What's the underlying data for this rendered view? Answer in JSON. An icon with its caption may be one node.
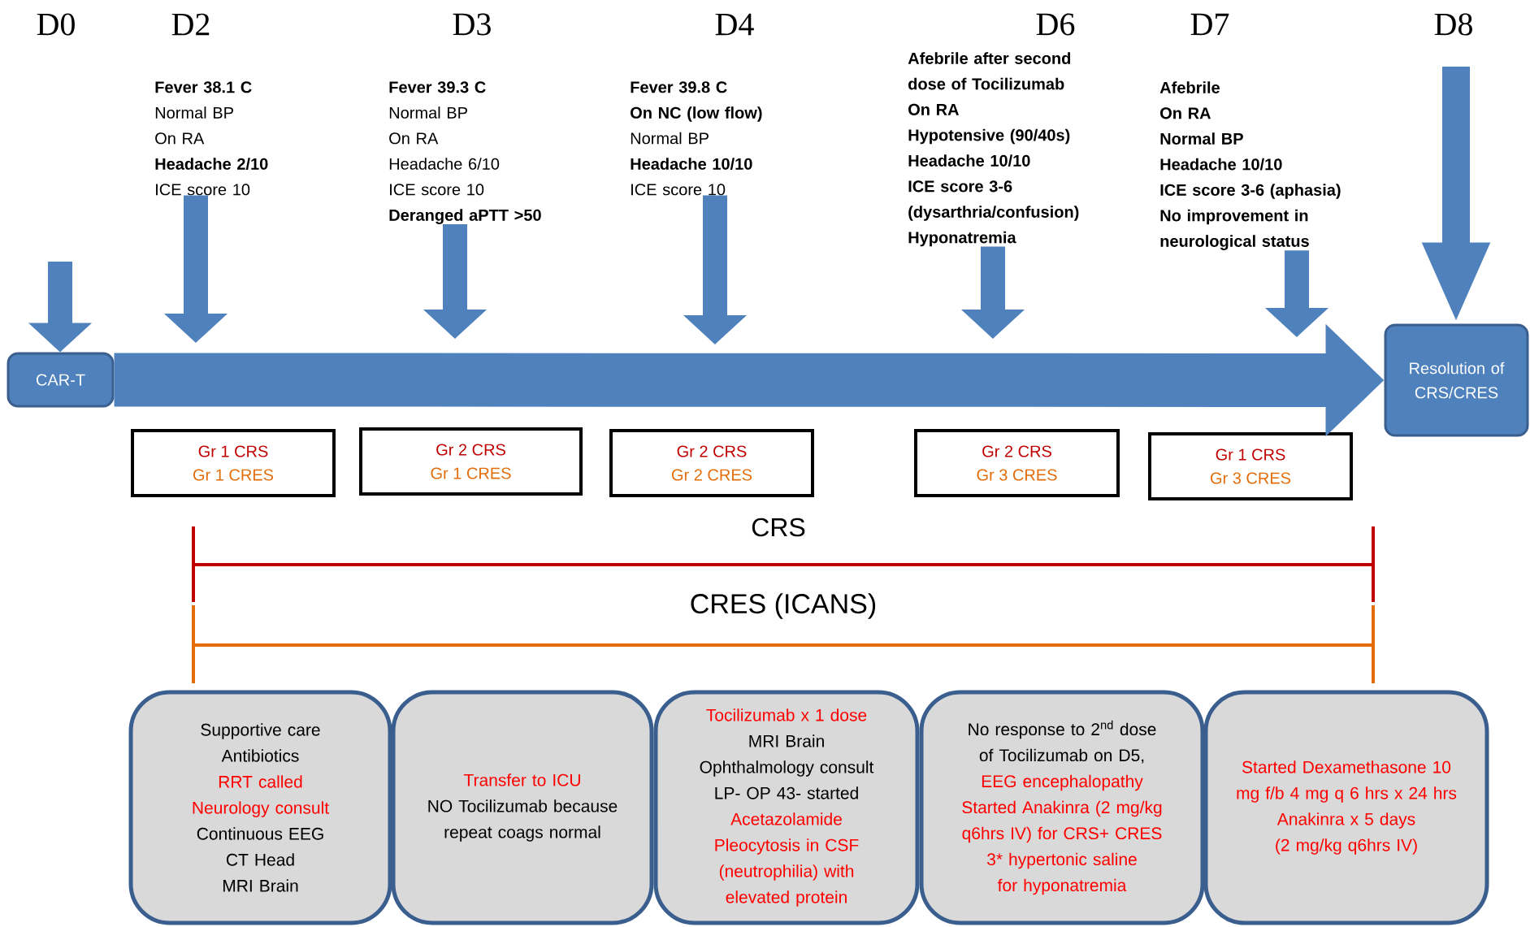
{
  "diagram": {
    "nodes": [
      {
        "text": [
          "CAR-T"
        ]
      },
      {
        "text": [
          "Resolution of CRS/CRES"
        ]
      },
      {
        "text": [
          "**Fever 38.1 C**",
          "Normal BP",
          "On RA",
          "**Headache 2/10**",
          "ICE score 10"
        ]
      },
      {
        "text": [
          "**Fever 39.3 C**",
          "Normal BP",
          "On RA",
          "Headache 6/10",
          "ICE score 10",
          "**Deranged aPTT >50**"
        ]
      },
      {
        "text": [
          "**Fever 39.8 C**",
          "**On NC (low flow)**",
          "Normal BP",
          "**Headache 10/10**",
          "ICE score 10"
        ]
      },
      {
        "text": [
          "**Afebrile after second dose of Tocilizumab**",
          "**On RA**",
          "**Hypotensive (90/40s)**",
          "**Headache 10/10**",
          "**ICE score 3-6 (dysarthria/confusion)**",
          "**Hyponatremia**"
        ]
      },
      {
        "text": [
          "**Afebrile**",
          "**On RA**",
          "**Normal BP**",
          "**Headache 10/10**",
          "**ICE score 3-6 (aphasia)**",
          "**No improvement in neurological status**"
        ]
      },
      {
        "text": [
          "Gr 1 CRS",
          "Gr 1 CRES"
        ]
      },
      {
        "text": [
          "Gr 2 CRS",
          "Gr 1 CRES"
        ]
      },
      {
        "text": [
          "Gr 2 CRS",
          "Gr 2 CRES"
        ]
      },
      {
        "text": [
          "Gr 2 CRS",
          "Gr 3 CRES"
        ]
      },
      {
        "text": [
          "Gr 1 CRS",
          "Gr 3 CRES"
        ]
      },
      {
        "text": [
          "Supportive care",
          "Antibiotics",
          "RRT called",
          "Neurology consult",
          "Continuous EEG",
          "CT Head",
          "MRI Brain"
        ]
      },
      {
        "text": [
          "Transfer to ICU",
          "NO Tocilizumab because repeat coags normal"
        ]
      },
      {
        "text": [
          "Tocilizumab x 1 dose",
          "MRI Brain",
          "Ophthalmology consult",
          "LP- OP 43- started",
          "Acetazolamide",
          "Pleocytosis in CSF (neutrophilia) with elevated protein"
        ]
      },
      {
        "text": [
          "No response to 2$^{nd}$ dose of Tocilizumab on D5,",
          "EEG encephalopathy",
          "Started Anakinra (2 mg/kg q6hrs IV) for CRS+ CRES",
          "3* hypertonic saline for hyponatremia"
        ]
      },
      {
        "text": [
          "Started Dexamethasone 10 mg f/b 4 mg q 6 hrs x 24 hrs",
          "Anakinra x 5 days (2 mg/kg q6hrs IV)"
        ]
      }
    ],
    "edges": [
      {
        "from": 0,
        "to": 1,
        "arrow": "to",
        "style": "thick"
      },
      {
        "from": null,
        "to": 0,
        "arrow": "to"
      },
      {
        "from": 2,
        "to": null,
        "arrow": "to"
      },
      {
        "from": 3,
        "to": null,
        "arrow": "to"
      },
      {
        "from": 4,
        "to": null,
        "arrow": "to"
      },
      {
        "from": 5,
        "to": null,
        "arrow": "to"
      },
      {
        "from": 6,
        "to": null,
        "arrow": "to"
      },
      {
        "from": null,
        "to": 1,
        "arrow": "to"
      }
    ],
    "labels": [
      "D0",
      "D2",
      "D3",
      "D4",
      "D6",
      "D7",
      "D8",
      "CRS",
      "CRES (ICANS)"
    ]
  }
}
